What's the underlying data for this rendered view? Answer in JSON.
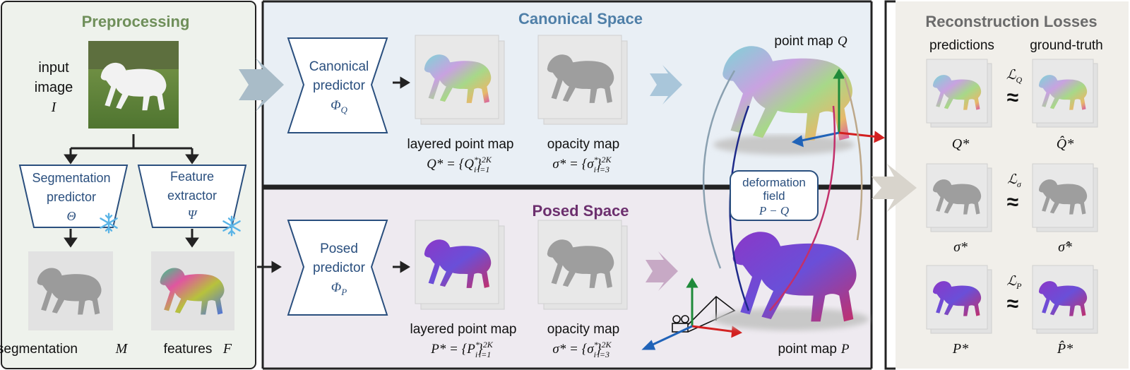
{
  "preprocessing": {
    "title": "Preprocessing",
    "input_label_1": "input",
    "input_label_2": "image",
    "input_symbol": "I",
    "segmentation_predictor": {
      "line1": "Segmentation",
      "line2": "predictor",
      "symbol": "Θ"
    },
    "feature_extractor": {
      "line1": "Feature",
      "line2": "extractor",
      "symbol": "Ψ"
    },
    "segmentation_label": "segmentation",
    "segmentation_symbol": "M",
    "features_label": "features",
    "features_symbol": "F"
  },
  "canonical": {
    "title": "Canonical Space",
    "predictor_line1": "Canonical",
    "predictor_line2": "predictor",
    "predictor_symbol": "Φ",
    "predictor_subscript": "Q",
    "layered_label": "layered point map",
    "layered_formula": "Q* = {Q",
    "layered_formula_tail": "}",
    "opacity_label": "opacity map",
    "opacity_formula": "σ* = {σ",
    "opacity_formula_tail": "}",
    "point_map_label": "point map",
    "point_map_symbol": "Q",
    "sup_2k": "2K",
    "sub_i1": "i=1",
    "sub_i3": "i=3",
    "sub_i": "i",
    "star": "*"
  },
  "posed": {
    "title": "Posed Space",
    "predictor_line1": "Posed",
    "predictor_line2": "predictor",
    "predictor_symbol": "Φ",
    "predictor_subscript": "P",
    "layered_label": "layered point map",
    "layered_formula": "P* = {P",
    "layered_formula_tail": "}",
    "opacity_label": "opacity map",
    "opacity_formula": "σ* = {σ",
    "opacity_formula_tail": "}",
    "point_map_label": "point map",
    "point_map_symbol": "P"
  },
  "deformation": {
    "line1": "deformation",
    "line2": "field",
    "line3": "P  − Q"
  },
  "losses": {
    "title": "Reconstruction Losses",
    "predictions_label": "predictions",
    "ground_truth_label": "ground-truth",
    "rows": [
      {
        "pred": "Q*",
        "gt": "Q̂*",
        "loss": "ℒ",
        "loss_sub": "Q"
      },
      {
        "pred": "σ*",
        "gt": "σ̂*",
        "loss": "ℒ",
        "loss_sub": "σ"
      },
      {
        "pred": "P*",
        "gt": "P̂*",
        "loss": "ℒ",
        "loss_sub": "P"
      }
    ],
    "approx_symbol": "≈"
  },
  "colors": {
    "preproc_title": "#6f8f5a",
    "canonical_title": "#4f7fa8",
    "posed_title": "#6c2f6e",
    "box_blue": "#2a4f7e",
    "preproc_bg": "#eef2ec",
    "canonical_bg": "#e9eff5",
    "posed_bg": "#eeeaf0",
    "losses_bg": "#f1efea",
    "arrow_canonical": "#a9c6da",
    "arrow_posed": "#c7a9c5",
    "arrow_losses": "#d8d4cc"
  },
  "icons": [
    "snowflake-icon",
    "camera-icon",
    "horse-image",
    "right-arrow-icon"
  ]
}
